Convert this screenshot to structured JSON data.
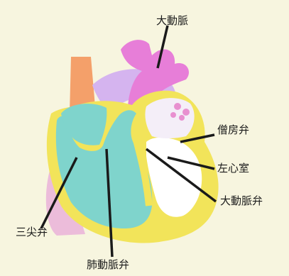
{
  "labels": {
    "aorta": "大動脈",
    "mitral_valve": "僧房弁",
    "left_ventricle": "左心室",
    "aortic_valve": "大動脈弁",
    "tricuspid_valve": "三尖弁",
    "pulmonary_valve": "肺動脈弁"
  },
  "colors": {
    "background": "#f7f5df",
    "right_heart": "#7fd4cc",
    "myocardium": "#f2e45a",
    "aorta": "#e77ed8",
    "vena_cava": "#f2a07a",
    "pulmonary_artery": "#c9a6e8",
    "left_heart_interior": "#ffffff",
    "valve_dots": "#e890d0",
    "leader_line": "#1a1a1a"
  }
}
